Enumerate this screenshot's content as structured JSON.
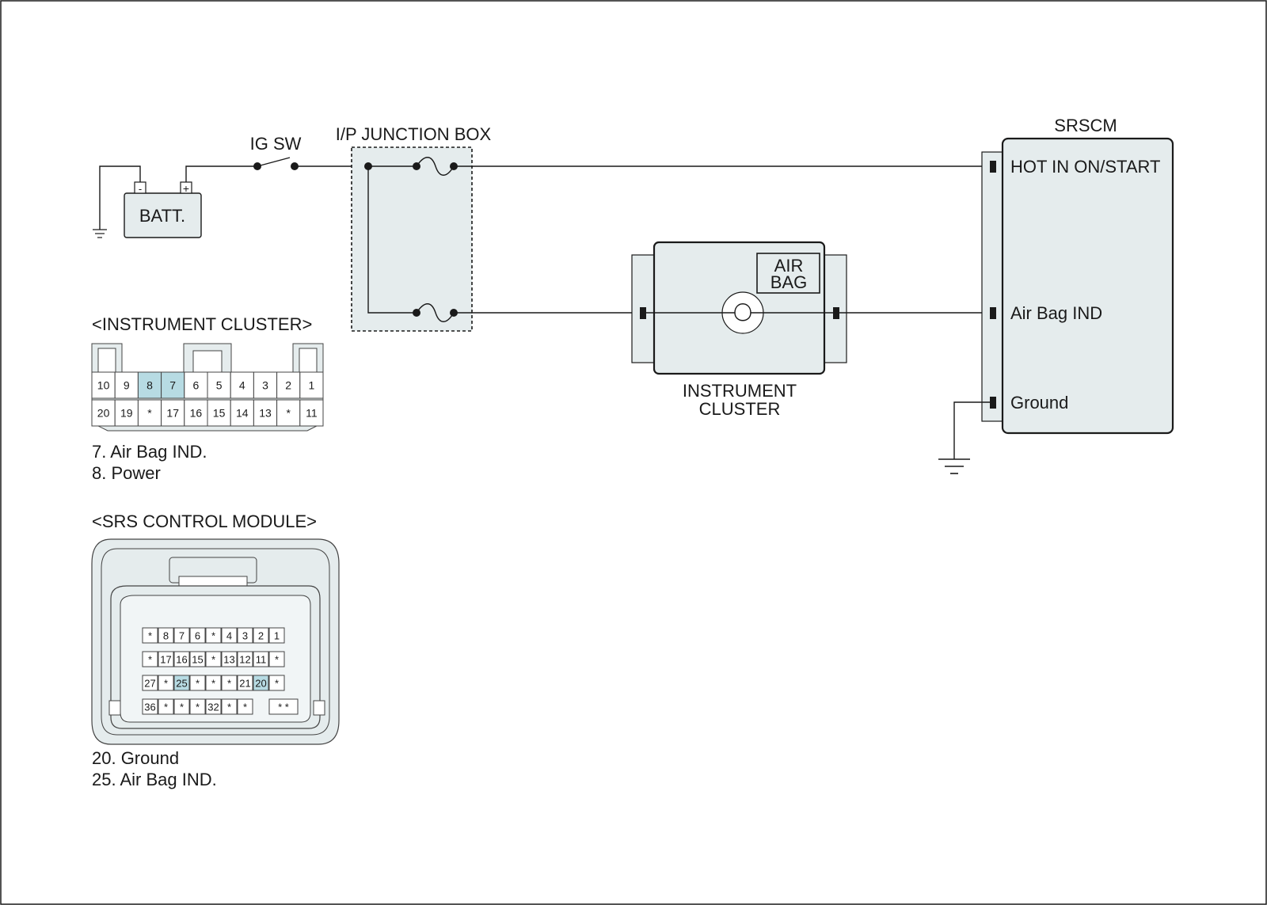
{
  "labels": {
    "ig_sw": "IG SW",
    "junction_box": "I/P JUNCTION BOX",
    "battery": "BATT.",
    "batt_neg": "-",
    "batt_pos": "+",
    "srscm": "SRSCM",
    "hot_in": "HOT IN ON/START",
    "air_bag_ind": "Air Bag IND",
    "ground": "Ground",
    "air": "AIR",
    "bag": "BAG",
    "instrument": "INSTRUMENT",
    "cluster": "CLUSTER"
  },
  "instrument_cluster_connector": {
    "title": "<INSTRUMENT CLUSTER>",
    "row1": [
      "10",
      "9",
      "8",
      "7",
      "6",
      "5",
      "4",
      "3",
      "2",
      "1"
    ],
    "row2": [
      "20",
      "19",
      "*",
      "17",
      "16",
      "15",
      "14",
      "13",
      "*",
      "11"
    ],
    "highlighted": [
      "8",
      "7"
    ],
    "notes": [
      "7. Air Bag IND.",
      "8. Power"
    ]
  },
  "srs_module_connector": {
    "title": "<SRS CONTROL MODULE>",
    "rows": [
      [
        "*",
        "8",
        "7",
        "6",
        "*",
        "4",
        "3",
        "2",
        "1"
      ],
      [
        "*",
        "17",
        "16",
        "15",
        "*",
        "13",
        "12",
        "11",
        "*"
      ],
      [
        "27",
        "*",
        "25",
        "*",
        "*",
        "*",
        "21",
        "20",
        "*"
      ],
      [
        "36",
        "*",
        "*",
        "*",
        "32",
        "*",
        "*",
        "",
        "* *"
      ]
    ],
    "highlighted": [
      "25",
      "20"
    ],
    "notes": [
      "20. Ground",
      "25. Air Bag IND."
    ]
  },
  "colors": {
    "component_fill": "#e5eced",
    "pin_highlight": "#b7dbe3",
    "line": "#1a1a1a"
  }
}
